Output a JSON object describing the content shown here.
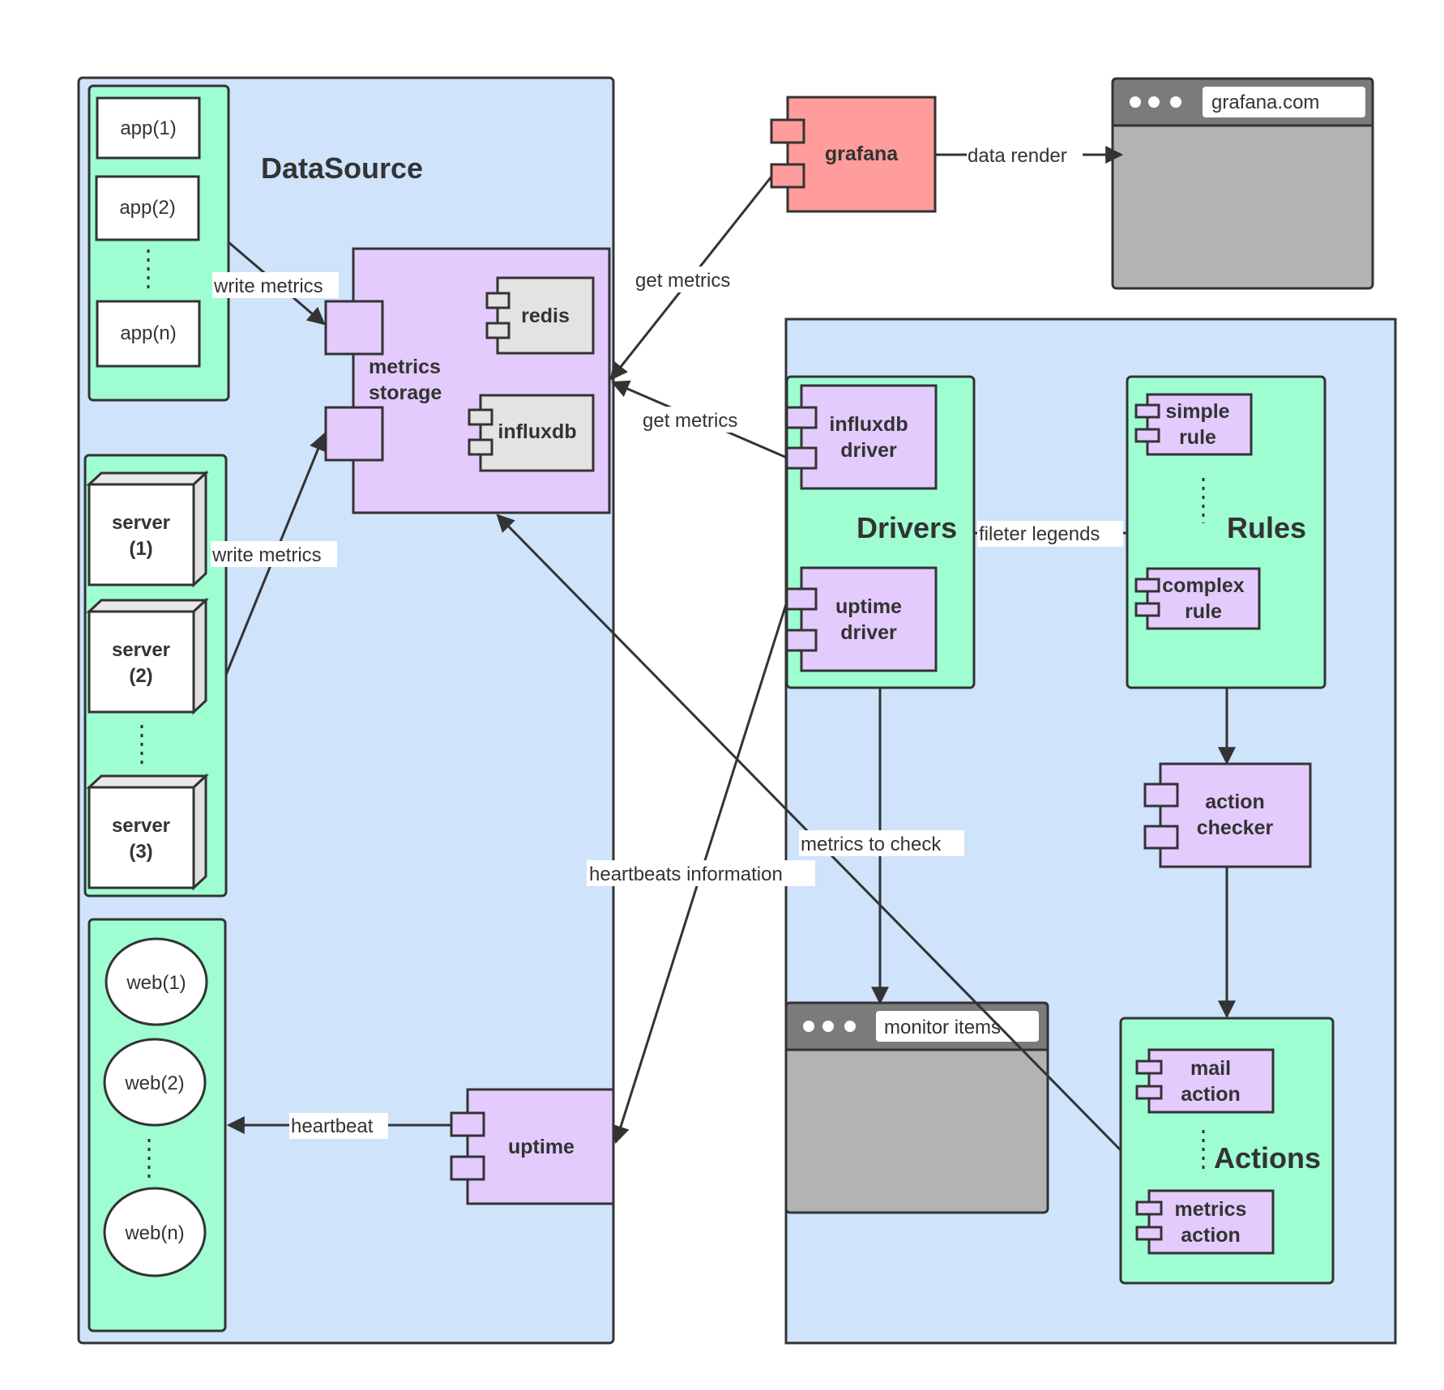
{
  "colors": {
    "zone_fill": "#cfe3fb",
    "group_fill": "#9ffdd2",
    "component_fill": "#e3cbfd",
    "grafana_fill": "#ff9c9c",
    "box_gray": "#e3e3e3",
    "window_gray": "#b3b3b3",
    "window_bar": "#7b7b7b",
    "stroke": "#333333"
  },
  "datasource": {
    "title": "DataSource",
    "apps": [
      "app(1)",
      "app(2)",
      "app(n)"
    ],
    "servers": [
      {
        "line1": "server",
        "line2": "(1)"
      },
      {
        "line1": "server",
        "line2": "(2)"
      },
      {
        "line1": "server",
        "line2": "(3)"
      }
    ],
    "webs": [
      "web(1)",
      "web(2)",
      "web(n)"
    ],
    "metrics_storage": {
      "line1": "metrics",
      "line2": "storage"
    },
    "redis": "redis",
    "influxdb": "influxdb",
    "uptime": "uptime"
  },
  "grafana": {
    "label": "grafana",
    "url": "grafana.com"
  },
  "monitor": {
    "drivers_title": "Drivers",
    "influxdb_driver": {
      "line1": "influxdb",
      "line2": "driver"
    },
    "uptime_driver": {
      "line1": "uptime",
      "line2": "driver"
    },
    "rules_title": "Rules",
    "simple_rule": {
      "line1": "simple",
      "line2": "rule"
    },
    "complex_rule": {
      "line1": "complex",
      "line2": "rule"
    },
    "action_checker": {
      "line1": "action",
      "line2": "checker"
    },
    "actions_title": "Actions",
    "mail_action": {
      "line1": "mail",
      "line2": "action"
    },
    "metrics_action": {
      "line1": "metrics",
      "line2": "action"
    },
    "monitor_items": "monitor items"
  },
  "edges": {
    "write_metrics_apps": "write metrics",
    "write_metrics_servers": "write metrics",
    "get_metrics_grafana": "get metrics",
    "get_metrics_driver": "get metrics",
    "data_render": "data render",
    "fileter_legends": "fileter legends",
    "metrics_to_check": "metrics to check",
    "heartbeats_information": "heartbeats information",
    "heartbeat": "heartbeat"
  }
}
